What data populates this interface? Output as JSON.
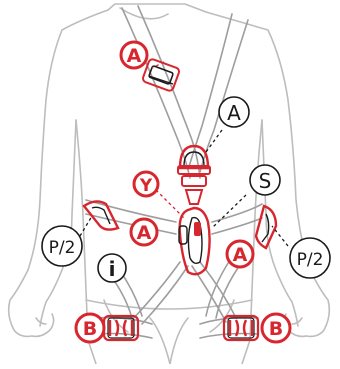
{
  "colors": {
    "accent": "#d8262e",
    "outline": "#1a1a1a",
    "body_line": "#bdbdbd",
    "strap_line": "#9e9e9e"
  },
  "icons": {
    "info": "info-icon"
  },
  "labels": {
    "a_top": "A",
    "a_chest": "A",
    "s_chest": "S",
    "y_chest": "Y",
    "a_left": "A",
    "a_right": "A",
    "p2_left": "P/2",
    "p2_right": "P/2",
    "info": "i",
    "b_left": "B",
    "b_right": "B"
  }
}
